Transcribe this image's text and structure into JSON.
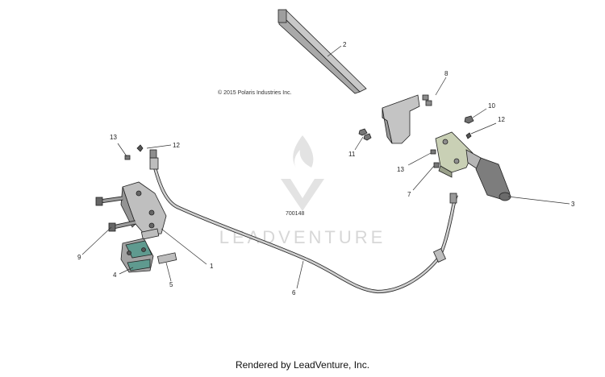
{
  "diagram": {
    "copyright": "© 2015 Polaris Industries Inc.",
    "drawing_id": "700148",
    "watermark_text": "LEADVENTURE",
    "footer": "Rendered by LeadVenture, Inc.",
    "callouts": [
      "1",
      "2",
      "3",
      "4",
      "5",
      "6",
      "7",
      "8",
      "9",
      "10",
      "11",
      "12",
      "12",
      "13",
      "13"
    ]
  },
  "colors": {
    "part_fill": "#bfbfbf",
    "part_dark": "#8e8e8e",
    "grip_fill": "#7d7d7d",
    "bracket_fill": "#c9d0b5",
    "pad_accent": "#5f9a8f",
    "watermark": "#d7d7d7"
  }
}
